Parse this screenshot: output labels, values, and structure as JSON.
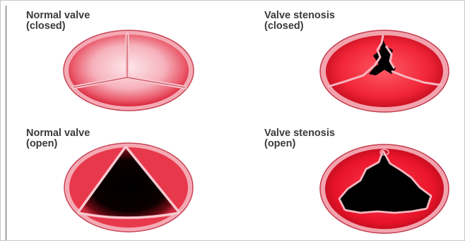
{
  "panels": [
    {
      "line1": "Normal valve",
      "line2": "(closed)",
      "state": "normal-closed"
    },
    {
      "line1": "Valve stenosis",
      "line2": "(closed)",
      "state": "stenosis-closed"
    },
    {
      "line1": "Normal valve",
      "line2": "(open)",
      "state": "normal-open"
    },
    {
      "line1": "Valve stenosis",
      "line2": "(open)",
      "state": "stenosis-open"
    }
  ],
  "colors": {
    "rim": "#f19aa6",
    "rim_edge": "#c23a4c",
    "normal_center": "#fde1e5",
    "normal_mid": "#f4a0ad",
    "normal_edge": "#e03447",
    "stenosis_center": "#ff4350",
    "stenosis_edge": "#d0101f",
    "orifice": "#000000",
    "commissure_line": "#f6b8c1",
    "label_text": "#3a3a3a"
  }
}
